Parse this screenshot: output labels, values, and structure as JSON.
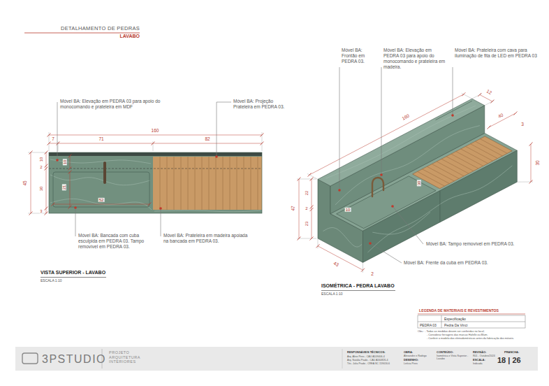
{
  "diagram": {
    "title": "DETALHAMENTO DE PEDRAS",
    "labels": [
      "LAVABO",
      "Móvel BA: Elevação em PEDRA 03 para apoio do monocomando e prateleira em MDF",
      "Móvel BA: Projeção Prateleira em PEDRA 03.",
      "160",
      "7",
      "71",
      "82",
      "45",
      "10",
      "2",
      "30",
      "3",
      "10",
      "21",
      "52",
      "Móvel BA: Bancada com cuba esculpida em PEDRA 03. Tampo removível em PEDRA 03.",
      "Móvel BA: Prateleira em madeira apoiada na bancada em PEDRA 03.",
      "VISTA SUPERIOR - LAVABO",
      "ESCALA 1:10",
      "Móvel BA: Frontão em PEDRA 03.",
      "Móvel BA: Elevação em PEDRA 03 para apoio do monocomando e prateleira em madeira.",
      "Móvel BA: Prateleira com cava para iluminação de fita de LED em PEDRA 03",
      "12",
      "160",
      "40",
      "3",
      "30",
      "47",
      "22",
      "2",
      "23",
      "43",
      "2",
      "10",
      "30",
      "Móvel BA: Tampo removível em PEDRA 03.",
      "Móvel BA: Frente da cuba em PEDRA 03.",
      "ISOMÉTRICA - PEDRA LAVABO",
      "ESCALA 1:10",
      "LEGENDA DE MATERIAIS E REVESTIMENTOS",
      "Especificação",
      "PEDRA 03",
      "Pedra Da Vinci",
      "Obs.: - Todas as medidas devem ser conferidas no local;",
      "- Considerar ferragens das marcas Hafelle ou Blum.",
      "- Conferir o modelo dos eletrodomésticos antes da fabricação dos móveis.",
      "3PSTUDIO",
      "PROJETO ARQUITETURA INTERIORES",
      "RESPONSÁVEIS TÉCNICOS:",
      "Arq. Aline Pires - CAU A109406-4",
      "Arq. Natália Prado - CAU A160826-4",
      "Téc. Julia Prado - CREA SC 159016-6",
      "OBRA:",
      "Alexandre e Rodrigo",
      "DESENHO:",
      "Letícia Pires",
      "CONTEÚDO:",
      "Isométrica e Vista Superior - Lavabo",
      "REVISÃO:",
      "R01 - Outubro/2024",
      "ESCALA:",
      "Indicada",
      "PRANCHA:",
      "18 | 26"
    ]
  }
}
